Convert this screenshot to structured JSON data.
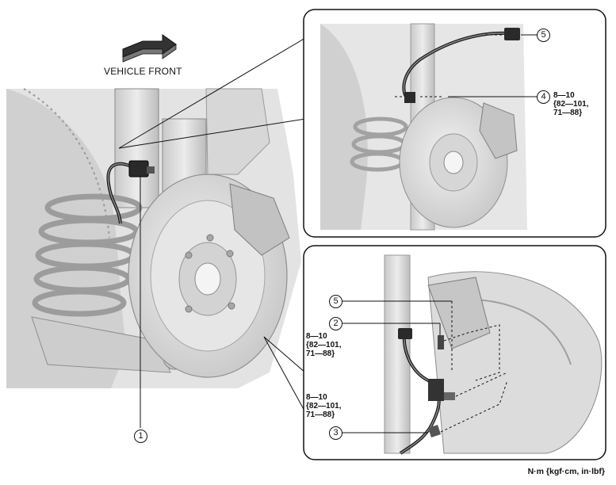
{
  "direction_label": "VEHICLE FRONT",
  "callouts": {
    "c1": "1",
    "c2": "2",
    "c3": "3",
    "c4": "4",
    "c5_top": "5",
    "c5_bottom": "5"
  },
  "torque_specs": {
    "item4": "8—10\n{82—101,\n71—88}",
    "item2": "8—10\n{82—101,\n71—88}",
    "item3": "8—10\n{82—101,\n71—88}"
  },
  "units": "N·m {kgf·cm, in·lbf}",
  "colors": {
    "line": "#111111",
    "part_fill": "#dadada",
    "shadow": "#bcbcbc",
    "background": "#ffffff"
  }
}
